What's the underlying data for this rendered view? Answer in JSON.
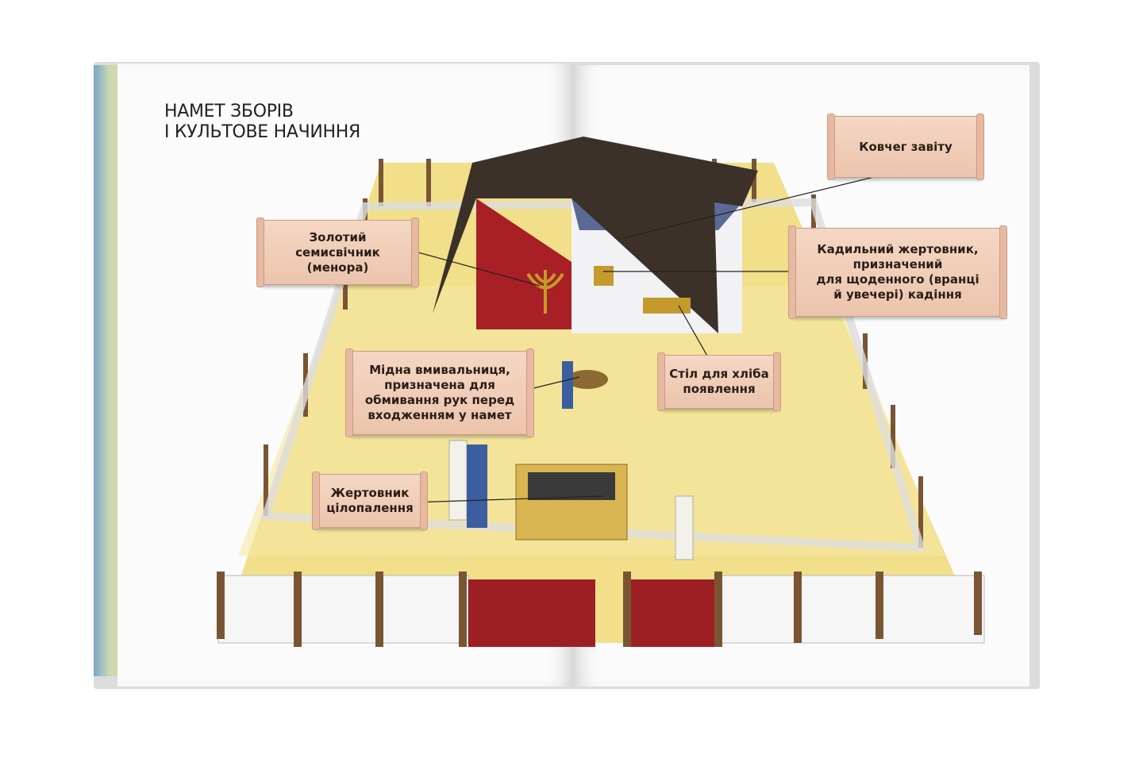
{
  "page": {
    "title_lines": [
      "НАМЕТ ЗБОРІВ",
      "І КУЛЬТОВЕ НАЧИННЯ"
    ]
  },
  "labels": {
    "ark": [
      "Ковчег завіту"
    ],
    "menorah": [
      "Золотий",
      "семисвічник",
      "(менора)"
    ],
    "incense_altar": [
      "Кадильний жертовник,",
      "призначений",
      "для щоденного (вранці",
      "й увечері) кадіння"
    ],
    "laver": [
      "Мідна вмивальниця,",
      "призначена для",
      "обмивання рук перед",
      "входженням у намет"
    ],
    "bread_table": [
      "Стіл для хліба",
      "появлення"
    ],
    "burnt_altar": [
      "Жертовник",
      "цілопалення"
    ]
  },
  "colors": {
    "ground": "#f1df8a",
    "tent": "#3b3128",
    "curtain": "#9c1f24",
    "label": "#efcbb5"
  }
}
